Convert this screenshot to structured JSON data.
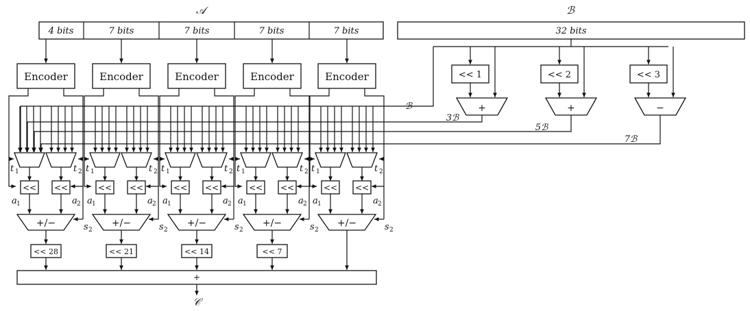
{
  "labels": {
    "input_a": "𝒜",
    "input_b": "ℬ",
    "output": "𝒞",
    "wire_b": "ℬ",
    "b3": "3ℬ",
    "b5": "5ℬ",
    "b7": "7ℬ"
  },
  "a_segments": [
    "4 bits",
    "7 bits",
    "7 bits",
    "7 bits",
    "7 bits"
  ],
  "b_register": "32 bits",
  "encoder_label": "Encoder",
  "mux_labels": {
    "t1": "t",
    "t2": "t",
    "t_sub1": "1",
    "t_sub2": "2"
  },
  "shift_small_label": "<<",
  "a_labels": {
    "a": "a",
    "sub1": "1",
    "sub2": "2"
  },
  "s_labels": {
    "s": "s",
    "sub": "2"
  },
  "addsub_label": "+/−",
  "final_shifts": [
    "<< 28",
    "<< 21",
    "<< 14",
    "<< 7"
  ],
  "b_shifts": [
    "<< 1",
    "<< 2",
    "<< 3"
  ],
  "b_ops": [
    "+",
    "+",
    "−"
  ],
  "sum_label": "+"
}
